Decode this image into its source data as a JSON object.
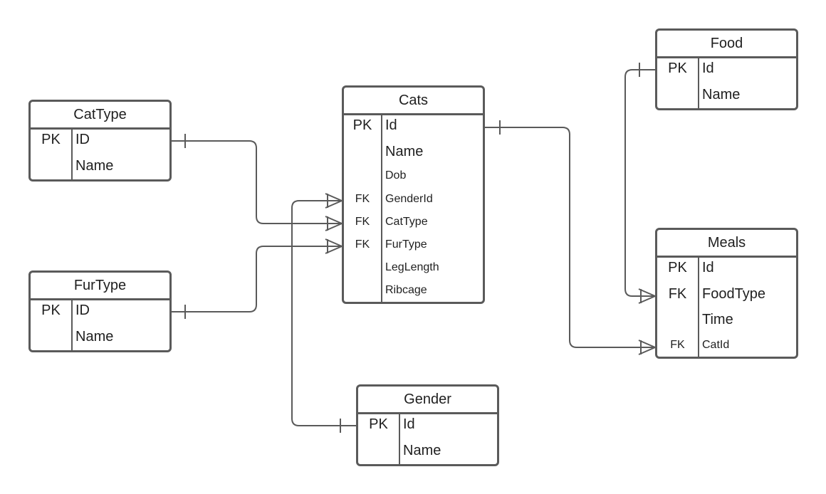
{
  "entities": {
    "cattype": {
      "title": "CatType",
      "rows": [
        {
          "key": "PK",
          "field": "ID"
        },
        {
          "key": "",
          "field": "Name"
        }
      ]
    },
    "furtype": {
      "title": "FurType",
      "rows": [
        {
          "key": "PK",
          "field": "ID"
        },
        {
          "key": "",
          "field": "Name"
        }
      ]
    },
    "cats": {
      "title": "Cats",
      "rows": [
        {
          "key": "PK",
          "field": "Id"
        },
        {
          "key": "",
          "field": "Name"
        },
        {
          "key": "",
          "field": "Dob"
        },
        {
          "key": "FK",
          "field": "GenderId"
        },
        {
          "key": "FK",
          "field": "CatType"
        },
        {
          "key": "FK",
          "field": "FurType"
        },
        {
          "key": "",
          "field": "LegLength"
        },
        {
          "key": "",
          "field": "Ribcage"
        }
      ]
    },
    "gender": {
      "title": "Gender",
      "rows": [
        {
          "key": "PK",
          "field": "Id"
        },
        {
          "key": "",
          "field": "Name"
        }
      ]
    },
    "food": {
      "title": "Food",
      "rows": [
        {
          "key": "PK",
          "field": "Id"
        },
        {
          "key": "",
          "field": "Name"
        }
      ]
    },
    "meals": {
      "title": "Meals",
      "rows": [
        {
          "key": "PK",
          "field": "Id"
        },
        {
          "key": "FK",
          "field": "FoodType"
        },
        {
          "key": "",
          "field": "Time"
        },
        {
          "key": "FK",
          "field": "CatId"
        }
      ]
    }
  },
  "relationships": [
    {
      "from": "cattype.ID",
      "to": "cats.CatType",
      "cardinality": "one-to-many"
    },
    {
      "from": "furtype.ID",
      "to": "cats.FurType",
      "cardinality": "one-to-many"
    },
    {
      "from": "gender.Id",
      "to": "cats.GenderId",
      "cardinality": "one-to-many"
    },
    {
      "from": "cats.Id",
      "to": "meals.CatId",
      "cardinality": "one-to-many"
    },
    {
      "from": "food.Id",
      "to": "meals.FoodType",
      "cardinality": "one-to-many"
    }
  ],
  "colors": {
    "line": "#5a5a5a",
    "text": "#1f1f1f",
    "background": "#ffffff"
  }
}
